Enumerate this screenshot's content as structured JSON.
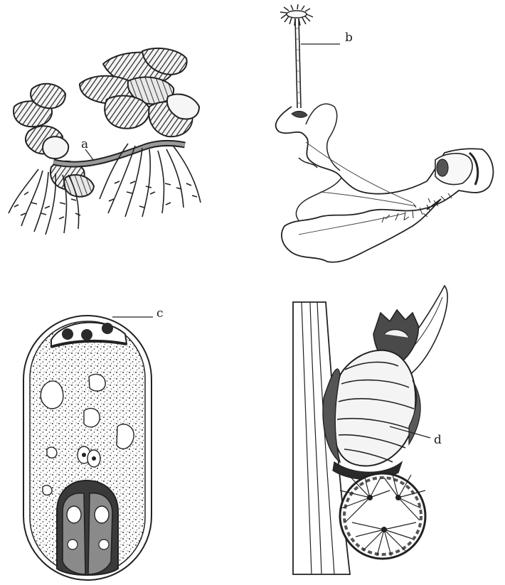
{
  "panels": [
    {
      "id": "a",
      "label": "a"
    },
    {
      "id": "b",
      "label": "b"
    },
    {
      "id": "c",
      "label": "c"
    },
    {
      "id": "d",
      "label": "d"
    }
  ],
  "colors": {
    "ink": "#222222",
    "dark_fill": "#3a3a3a",
    "mid_fill": "#8a8a8a",
    "light_fill": "#d8d8d8",
    "paper": "#ffffff"
  }
}
